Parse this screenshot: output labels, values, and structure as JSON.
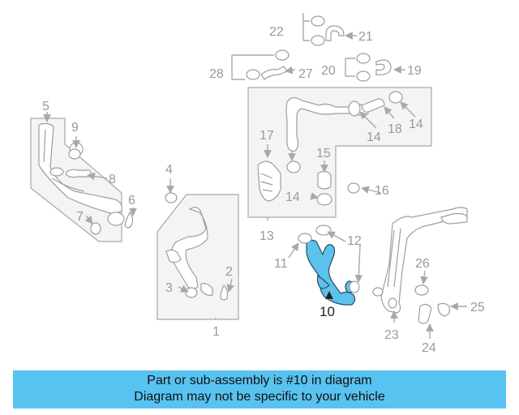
{
  "diagram": {
    "callouts": [
      {
        "id": "c1",
        "text": "1"
      },
      {
        "id": "c2",
        "text": "2"
      },
      {
        "id": "c3",
        "text": "3"
      },
      {
        "id": "c4",
        "text": "4"
      },
      {
        "id": "c5",
        "text": "5"
      },
      {
        "id": "c6",
        "text": "6"
      },
      {
        "id": "c7",
        "text": "7"
      },
      {
        "id": "c8",
        "text": "8"
      },
      {
        "id": "c9",
        "text": "9"
      },
      {
        "id": "c10",
        "text": "10"
      },
      {
        "id": "c11",
        "text": "11"
      },
      {
        "id": "c12",
        "text": "12"
      },
      {
        "id": "c13",
        "text": "13"
      },
      {
        "id": "c14a",
        "text": "14"
      },
      {
        "id": "c14b",
        "text": "14"
      },
      {
        "id": "c14c",
        "text": "14"
      },
      {
        "id": "c15",
        "text": "15"
      },
      {
        "id": "c16",
        "text": "16"
      },
      {
        "id": "c17",
        "text": "17"
      },
      {
        "id": "c18",
        "text": "18"
      },
      {
        "id": "c19",
        "text": "19"
      },
      {
        "id": "c20",
        "text": "20"
      },
      {
        "id": "c21",
        "text": "21"
      },
      {
        "id": "c22",
        "text": "22"
      },
      {
        "id": "c23",
        "text": "23"
      },
      {
        "id": "c24",
        "text": "24"
      },
      {
        "id": "c25",
        "text": "25"
      },
      {
        "id": "c26",
        "text": "26"
      },
      {
        "id": "c27",
        "text": "27"
      },
      {
        "id": "c28",
        "text": "28"
      }
    ],
    "highlighted_part": "10",
    "highlight_color": "#5bc2ec"
  },
  "banner": {
    "line1": "Part or sub-assembly is #10 in diagram",
    "line2": "Diagram may not be specific to your vehicle",
    "background": "#58c3f1"
  }
}
